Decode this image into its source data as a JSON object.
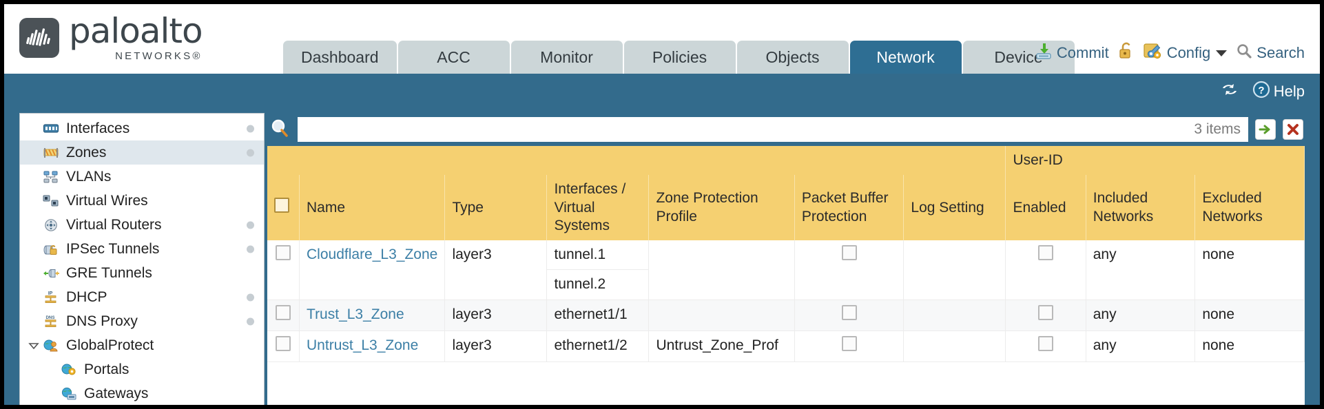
{
  "brand": {
    "name": "paloalto",
    "sub": "NETWORKS®"
  },
  "tabs": [
    {
      "label": "Dashboard",
      "active": false
    },
    {
      "label": "ACC",
      "active": false
    },
    {
      "label": "Monitor",
      "active": false
    },
    {
      "label": "Policies",
      "active": false
    },
    {
      "label": "Objects",
      "active": false
    },
    {
      "label": "Network",
      "active": true
    },
    {
      "label": "Device",
      "active": false
    }
  ],
  "top_actions": {
    "commit": "Commit",
    "config": "Config",
    "search": "Search"
  },
  "blue_strip": {
    "help": "Help"
  },
  "sidebar": {
    "items": [
      {
        "label": "Interfaces",
        "icon": "interfaces-icon",
        "selected": false,
        "dot": true,
        "child": false,
        "twisty": false
      },
      {
        "label": "Zones",
        "icon": "zones-icon",
        "selected": true,
        "dot": true,
        "child": false,
        "twisty": false
      },
      {
        "label": "VLANs",
        "icon": "vlans-icon",
        "selected": false,
        "dot": false,
        "child": false,
        "twisty": false
      },
      {
        "label": "Virtual Wires",
        "icon": "virtual-wires-icon",
        "selected": false,
        "dot": false,
        "child": false,
        "twisty": false
      },
      {
        "label": "Virtual Routers",
        "icon": "virtual-routers-icon",
        "selected": false,
        "dot": true,
        "child": false,
        "twisty": false
      },
      {
        "label": "IPSec Tunnels",
        "icon": "ipsec-tunnels-icon",
        "selected": false,
        "dot": true,
        "child": false,
        "twisty": false
      },
      {
        "label": "GRE Tunnels",
        "icon": "gre-tunnels-icon",
        "selected": false,
        "dot": false,
        "child": false,
        "twisty": false
      },
      {
        "label": "DHCP",
        "icon": "dhcp-icon",
        "selected": false,
        "dot": true,
        "child": false,
        "twisty": false
      },
      {
        "label": "DNS Proxy",
        "icon": "dns-proxy-icon",
        "selected": false,
        "dot": true,
        "child": false,
        "twisty": false
      },
      {
        "label": "GlobalProtect",
        "icon": "globalprotect-icon",
        "selected": false,
        "dot": false,
        "child": false,
        "twisty": true
      },
      {
        "label": "Portals",
        "icon": "portals-icon",
        "selected": false,
        "dot": false,
        "child": true,
        "twisty": false
      },
      {
        "label": "Gateways",
        "icon": "gateways-icon",
        "selected": false,
        "dot": false,
        "child": true,
        "twisty": false
      }
    ]
  },
  "filter": {
    "value": "",
    "placeholder": "",
    "items_count": "3 items"
  },
  "table": {
    "group_header": "User-ID",
    "columns": [
      "Name",
      "Type",
      "Interfaces / Virtual Systems",
      "Zone Protection Profile",
      "Packet Buffer Protection",
      "Log Setting",
      "Enabled",
      "Included Networks",
      "Excluded Networks"
    ],
    "rows": [
      {
        "selected": false,
        "name": "Cloudflare_L3_Zone",
        "type": "layer3",
        "interfaces": [
          "tunnel.1",
          "tunnel.2"
        ],
        "zone_protection_profile": "",
        "packet_buffer_protection": false,
        "log_setting": "",
        "userid_enabled": false,
        "included_networks": "any",
        "excluded_networks": "none"
      },
      {
        "selected": false,
        "name": "Trust_L3_Zone",
        "type": "layer3",
        "interfaces": [
          "ethernet1/1"
        ],
        "zone_protection_profile": "",
        "packet_buffer_protection": false,
        "log_setting": "",
        "userid_enabled": false,
        "included_networks": "any",
        "excluded_networks": "none"
      },
      {
        "selected": false,
        "name": "Untrust_L3_Zone",
        "type": "layer3",
        "interfaces": [
          "ethernet1/2"
        ],
        "zone_protection_profile": "Untrust_Zone_Prof",
        "packet_buffer_protection": false,
        "log_setting": "",
        "userid_enabled": false,
        "included_networks": "any",
        "excluded_networks": "none"
      }
    ]
  },
  "colors": {
    "brand_blue": "#336b8c",
    "tab_active": "#2e6e93",
    "tab_inactive": "#ccd6d8",
    "table_header_gold": "#f5d071",
    "group_header_gold": "#dea82e",
    "link_blue": "#3c7fa6"
  }
}
